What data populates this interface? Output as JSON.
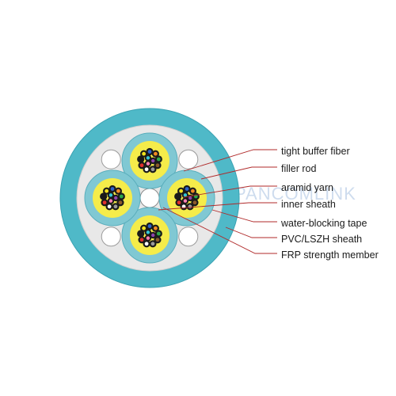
{
  "watermark": {
    "text": "PANCOMLINK",
    "brand_color": "#9ec4ea"
  },
  "callouts": [
    {
      "label": "tight buffer fiber"
    },
    {
      "label": "filler rod"
    },
    {
      "label": "aramid yarn"
    },
    {
      "label": "inner sheath"
    },
    {
      "label": "water-blocking tape"
    },
    {
      "label": "PVC/LSZH sheath"
    },
    {
      "label": "FRP strength member"
    }
  ],
  "colors": {
    "outer_sheath": "#4fb9c8",
    "outer_sheath_dark": "#3ba3b3",
    "water_blocking_tape": "#e8e8e8",
    "sub_unit_sheath": "#80c8d3",
    "aramid_yarn": "#f5ec4a",
    "filler_rod": "#ffffff",
    "leader_line": "#b02a2a",
    "fiber_colors": [
      "#2e63c9",
      "#f08a24",
      "#2aa84a",
      "#8b5a2b",
      "#9a9a9a",
      "#ffffff",
      "#e0302d",
      "#1a1a1a",
      "#f2e21c",
      "#8e44ad",
      "#ff7fb2",
      "#33c7d6"
    ]
  }
}
